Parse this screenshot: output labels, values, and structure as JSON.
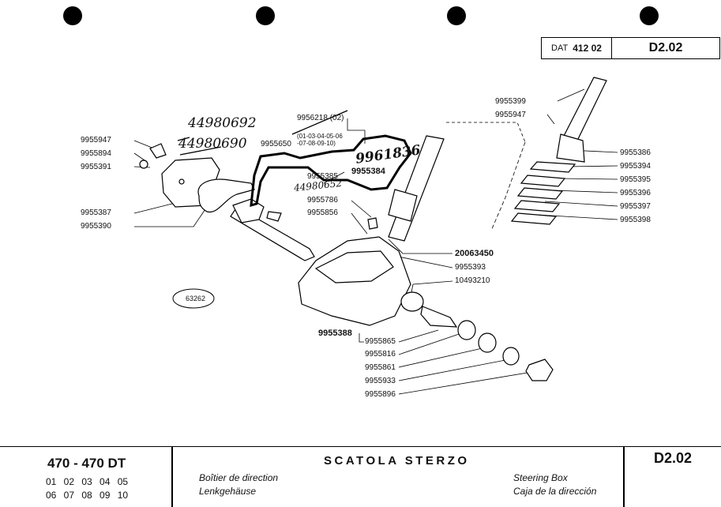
{
  "header": {
    "dat_label": "DAT",
    "dat_number": "412 02",
    "code": "D2.02"
  },
  "labels_left": [
    "9955947",
    "9955894",
    "9955391",
    "9955387",
    "9955390"
  ],
  "labels_mid": [
    "9956218 (02)",
    "9955650",
    "(01-03-04-05-06",
    "-07-08-09-10)",
    "9955385",
    "9955384",
    "9955786",
    "9955856"
  ],
  "labels_right_top": [
    "9955399",
    "9955947",
    "9955386",
    "9955394",
    "9955395",
    "9955396",
    "9955397",
    "9955398"
  ],
  "labels_right_mid": [
    "20063450",
    "9955393",
    "10493210"
  ],
  "labels_bottom": [
    "9955388",
    "9955865",
    "9955816",
    "9955861",
    "9955933",
    "9955896"
  ],
  "badge": "63262",
  "handwritten": [
    "44980692",
    "44980690",
    "9961836",
    "44980652"
  ],
  "footer": {
    "model": "470 - 470 DT",
    "versions_row1": "01 02 03 04 05",
    "versions_row2": "06 07 08 09 10",
    "title": "SCATOLA STERZO",
    "fr": "Boîtier de direction",
    "de": "Lenkgehäuse",
    "en": "Steering Box",
    "es": "Caja de la dirección",
    "code": "D2.02"
  }
}
